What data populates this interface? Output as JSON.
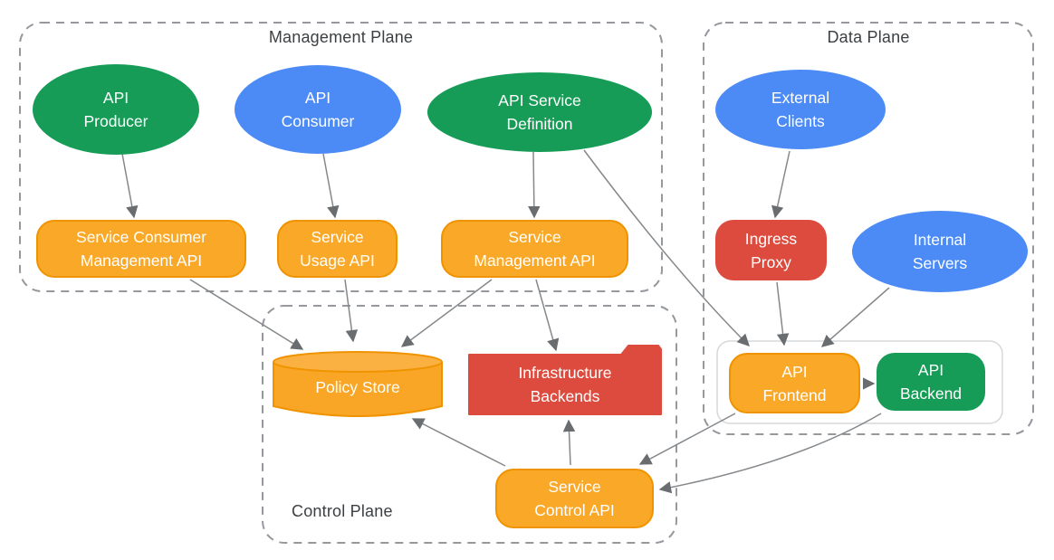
{
  "planes": {
    "management": {
      "label": "Management Plane"
    },
    "data": {
      "label": "Data Plane"
    },
    "control": {
      "label": "Control Plane"
    }
  },
  "nodes": {
    "api_producer": {
      "lines": [
        "API",
        "Producer"
      ],
      "shape": "ellipse",
      "color": "green"
    },
    "api_consumer": {
      "lines": [
        "API",
        "Consumer"
      ],
      "shape": "ellipse",
      "color": "blue"
    },
    "api_service_definition": {
      "lines": [
        "API Service",
        "Definition"
      ],
      "shape": "ellipse",
      "color": "green"
    },
    "service_consumer_management_api": {
      "lines": [
        "Service Consumer",
        "Management API"
      ],
      "shape": "rounded-rect",
      "color": "orange"
    },
    "service_usage_api": {
      "lines": [
        "Service",
        "Usage API"
      ],
      "shape": "rounded-rect",
      "color": "orange"
    },
    "service_management_api": {
      "lines": [
        "Service",
        "Management API"
      ],
      "shape": "rounded-rect",
      "color": "orange"
    },
    "external_clients": {
      "lines": [
        "External",
        "Clients"
      ],
      "shape": "ellipse",
      "color": "blue"
    },
    "ingress_proxy": {
      "lines": [
        "Ingress",
        "Proxy"
      ],
      "shape": "rounded-rect",
      "color": "red"
    },
    "internal_servers": {
      "lines": [
        "Internal",
        "Servers"
      ],
      "shape": "ellipse",
      "color": "blue"
    },
    "api_frontend": {
      "lines": [
        "API",
        "Frontend"
      ],
      "shape": "rounded-rect",
      "color": "orange"
    },
    "api_backend": {
      "lines": [
        "API",
        "Backend"
      ],
      "shape": "rounded-rect",
      "color": "green"
    },
    "policy_store": {
      "lines": [
        "Policy Store"
      ],
      "shape": "cylinder",
      "color": "orange"
    },
    "infrastructure_backends": {
      "lines": [
        "Infrastructure",
        "Backends"
      ],
      "shape": "folder",
      "color": "red"
    },
    "service_control_api": {
      "lines": [
        "Service",
        "Control API"
      ],
      "shape": "rounded-rect",
      "color": "orange"
    }
  },
  "edges": [
    {
      "from": "api_producer",
      "to": "service_consumer_management_api"
    },
    {
      "from": "api_consumer",
      "to": "service_usage_api"
    },
    {
      "from": "api_service_definition",
      "to": "service_management_api"
    },
    {
      "from": "api_service_definition",
      "to": "api_frontend"
    },
    {
      "from": "service_consumer_management_api",
      "to": "policy_store"
    },
    {
      "from": "service_usage_api",
      "to": "policy_store"
    },
    {
      "from": "service_management_api",
      "to": "policy_store"
    },
    {
      "from": "service_management_api",
      "to": "infrastructure_backends"
    },
    {
      "from": "external_clients",
      "to": "ingress_proxy"
    },
    {
      "from": "ingress_proxy",
      "to": "api_frontend"
    },
    {
      "from": "internal_servers",
      "to": "api_frontend"
    },
    {
      "from": "api_frontend",
      "to": "api_backend"
    },
    {
      "from": "api_frontend",
      "to": "service_control_api"
    },
    {
      "from": "api_backend",
      "to": "service_control_api"
    },
    {
      "from": "service_control_api",
      "to": "policy_store"
    },
    {
      "from": "service_control_api",
      "to": "infrastructure_backends"
    }
  ],
  "colors": {
    "green": "#169C56",
    "blue": "#4C8BF5",
    "orange_fill": "#FAA827",
    "orange_border": "#F09300",
    "red": "#DD4B3E",
    "edge_line": "#85888B",
    "arrowhead": "#696D70",
    "plane_border": "#95999D",
    "plane_title_text": "#3C4043",
    "inner_container_border": "#D5D8DB"
  }
}
